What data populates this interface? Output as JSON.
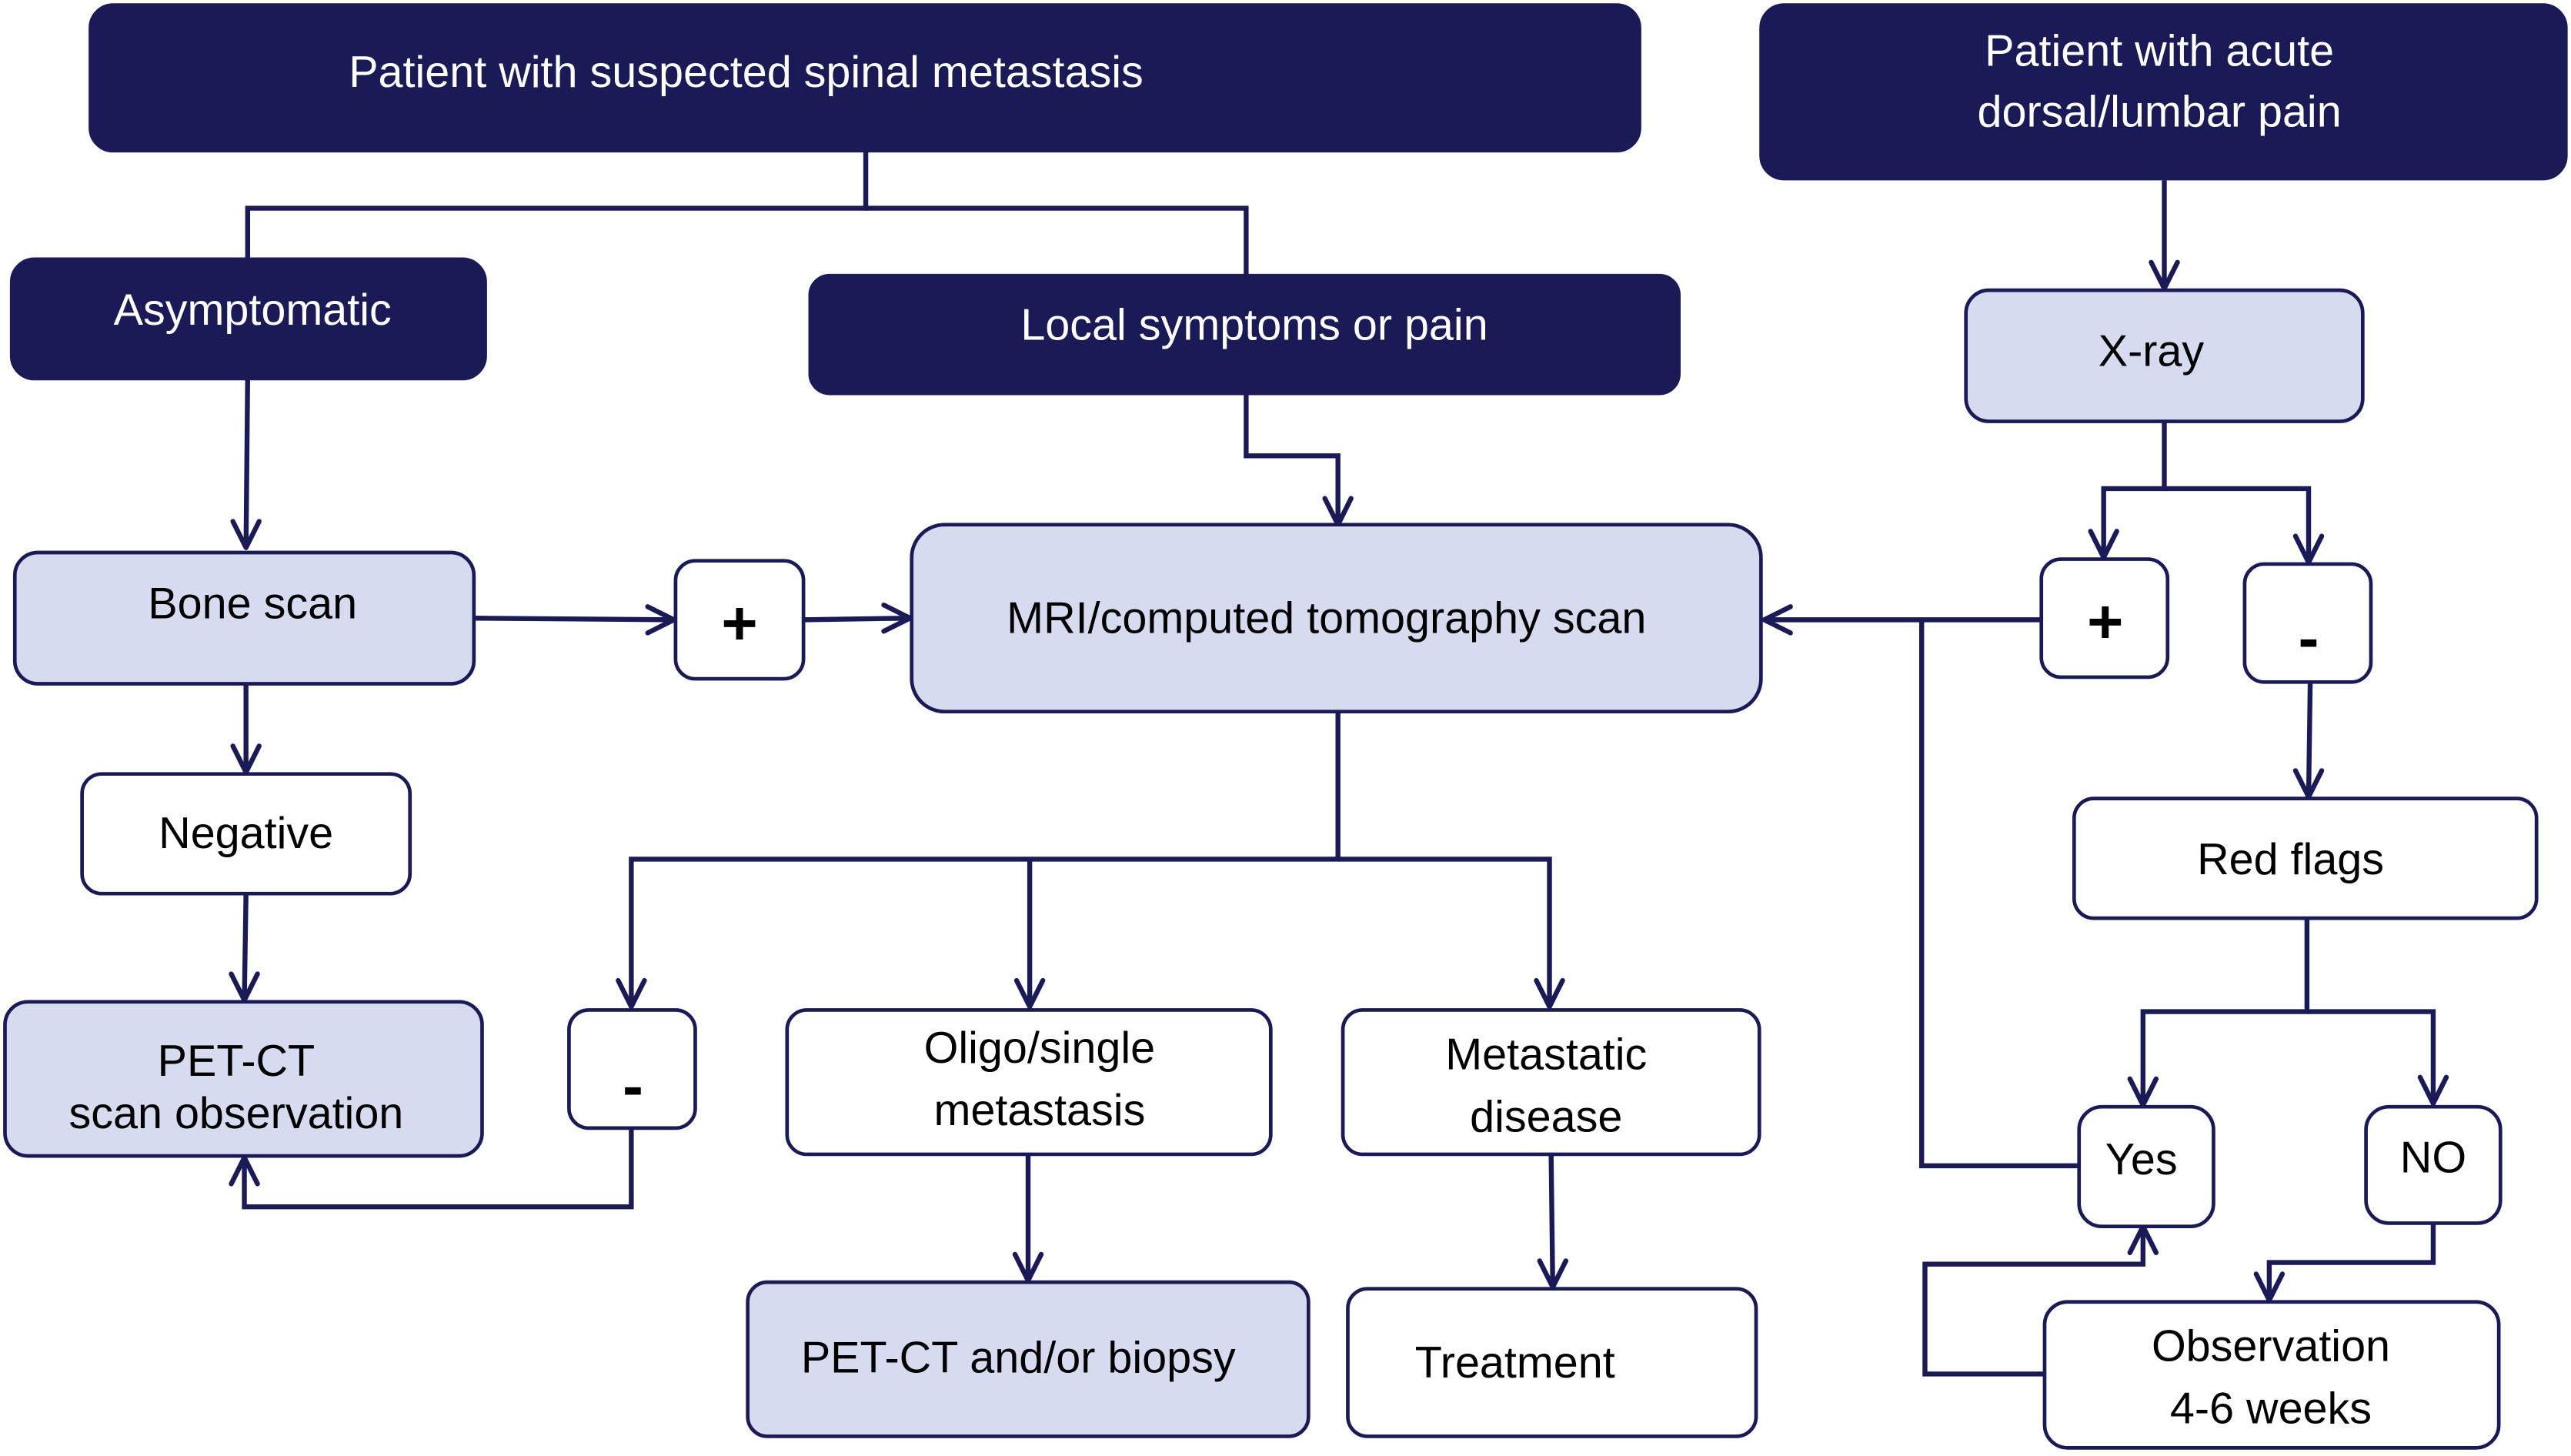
{
  "diagram": {
    "type": "flowchart",
    "colors": {
      "dark_node": "#1a1a57",
      "light_node": "#d6dbef",
      "white_node": "#ffffff",
      "connector": "#1a1a57"
    },
    "nodes": {
      "patient_suspected": {
        "lines": [
          "Patient with suspected spinal metastasis"
        ],
        "style": "dark"
      },
      "patient_acute": {
        "lines": [
          "Patient with acute",
          "dorsal/lumbar pain"
        ],
        "style": "dark"
      },
      "asymptomatic": {
        "lines": [
          "Asymptomatic"
        ],
        "style": "dark"
      },
      "local_symptoms": {
        "lines": [
          "Local symptoms or pain"
        ],
        "style": "dark"
      },
      "xray": {
        "lines": [
          "X-ray"
        ],
        "style": "light"
      },
      "bone_scan": {
        "lines": [
          "Bone scan"
        ],
        "style": "light"
      },
      "plus_left": {
        "lines": [
          "+"
        ],
        "style": "white"
      },
      "mri_ct": {
        "lines": [
          "MRI/computed tomography scan"
        ],
        "style": "light"
      },
      "plus_right": {
        "lines": [
          "+"
        ],
        "style": "white"
      },
      "minus_right": {
        "lines": [
          "-"
        ],
        "style": "white"
      },
      "negative": {
        "lines": [
          "Negative"
        ],
        "style": "white"
      },
      "red_flags": {
        "lines": [
          "Red flags"
        ],
        "style": "white"
      },
      "pet_ct_obs": {
        "lines": [
          "PET-CT",
          "scan observation"
        ],
        "style": "light"
      },
      "minus_left": {
        "lines": [
          "-"
        ],
        "style": "white"
      },
      "oligo": {
        "lines": [
          "Oligo/single",
          "metastasis"
        ],
        "style": "white"
      },
      "metastatic": {
        "lines": [
          "Metastatic",
          "disease"
        ],
        "style": "white"
      },
      "yes": {
        "lines": [
          "Yes"
        ],
        "style": "white"
      },
      "no": {
        "lines": [
          "NO"
        ],
        "style": "white"
      },
      "pet_ct_biopsy": {
        "lines": [
          "PET-CT and/or biopsy"
        ],
        "style": "light"
      },
      "treatment": {
        "lines": [
          "Treatment"
        ],
        "style": "white"
      },
      "observation": {
        "lines": [
          "Observation",
          "4-6 weeks"
        ],
        "style": "white"
      }
    },
    "edges": [
      [
        "patient_suspected",
        "asymptomatic"
      ],
      [
        "patient_suspected",
        "local_symptoms"
      ],
      [
        "patient_acute",
        "xray"
      ],
      [
        "asymptomatic",
        "bone_scan"
      ],
      [
        "local_symptoms",
        "mri_ct"
      ],
      [
        "bone_scan",
        "plus_left"
      ],
      [
        "plus_left",
        "mri_ct"
      ],
      [
        "bone_scan",
        "negative"
      ],
      [
        "negative",
        "pet_ct_obs"
      ],
      [
        "xray",
        "plus_right"
      ],
      [
        "xray",
        "minus_right"
      ],
      [
        "plus_right",
        "mri_ct"
      ],
      [
        "minus_right",
        "red_flags"
      ],
      [
        "mri_ct",
        "minus_left"
      ],
      [
        "mri_ct",
        "oligo"
      ],
      [
        "mri_ct",
        "metastatic"
      ],
      [
        "minus_left",
        "pet_ct_obs"
      ],
      [
        "oligo",
        "pet_ct_biopsy"
      ],
      [
        "metastatic",
        "treatment"
      ],
      [
        "red_flags",
        "yes"
      ],
      [
        "red_flags",
        "no"
      ],
      [
        "yes",
        "mri_ct"
      ],
      [
        "no",
        "observation"
      ],
      [
        "observation",
        "yes"
      ]
    ]
  }
}
